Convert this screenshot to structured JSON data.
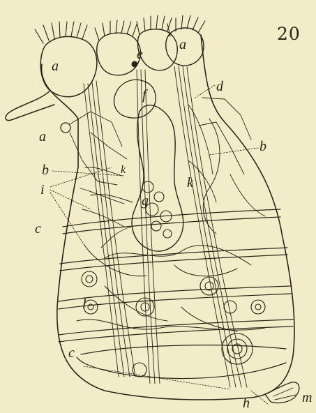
{
  "figure": {
    "number": "20",
    "ink_color": "#2a2418",
    "paper_color": "#f3ecc9"
  },
  "labels": {
    "a_top_left": "a",
    "a_top_right": "a",
    "a_left": "a",
    "e": "e",
    "f": "f",
    "d": "d",
    "b_right": "b",
    "b_left": "b",
    "k_center": "k",
    "k_right": "k",
    "i": "i",
    "g": "g",
    "c_upper": "c",
    "c_lower": "c",
    "l": "l",
    "h": "h",
    "m": "m"
  }
}
